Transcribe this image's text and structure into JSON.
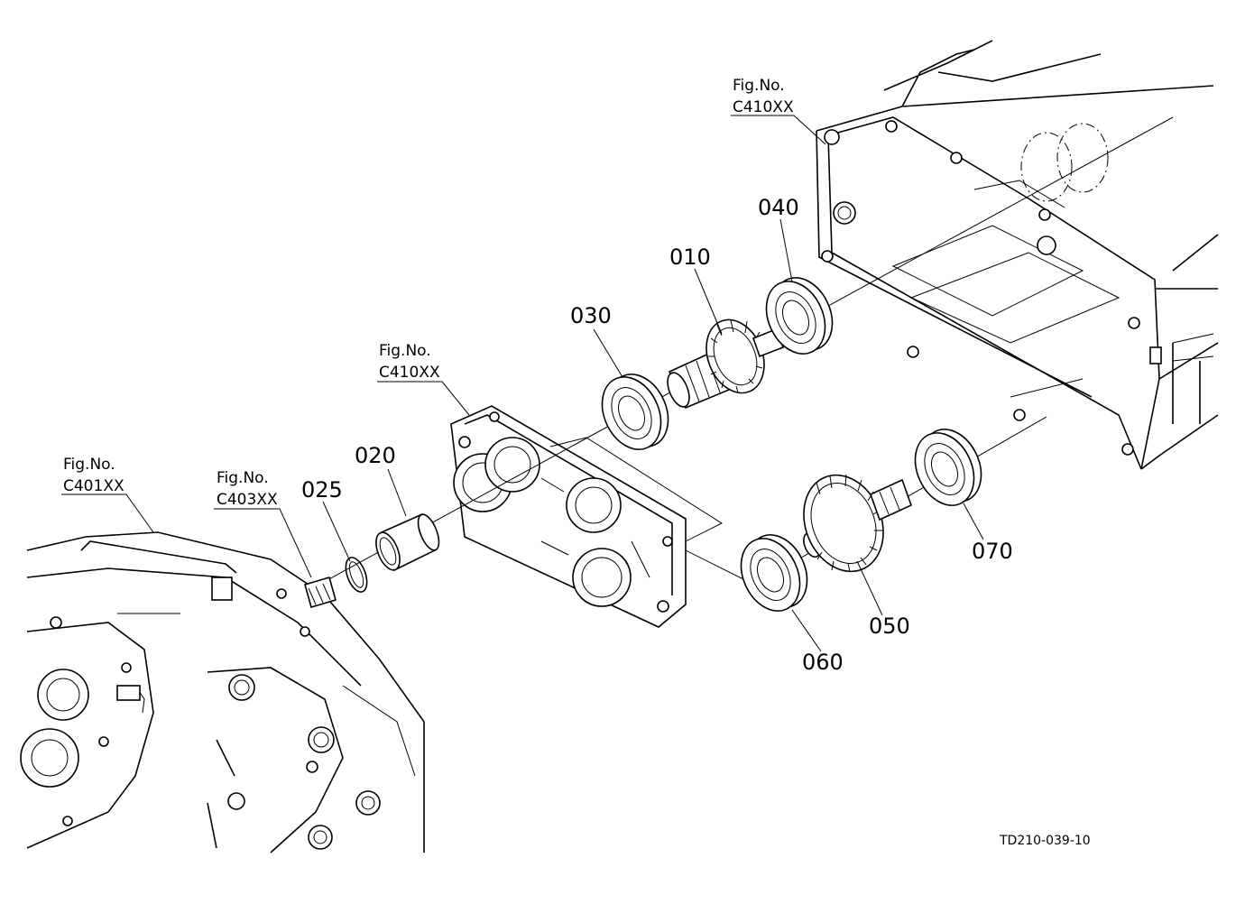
{
  "figure_refs": [
    {
      "id": "ref-top-right",
      "line1": "Fig.No.",
      "line2": "C410XX"
    },
    {
      "id": "ref-middle",
      "line1": "Fig.No.",
      "line2": "C410XX"
    },
    {
      "id": "ref-left",
      "line1": "Fig.No.",
      "line2": "C401XX"
    },
    {
      "id": "ref-left-2",
      "line1": "Fig.No.",
      "line2": "C403XX"
    }
  ],
  "parts": [
    {
      "number": "010",
      "name": "gear-shaft"
    },
    {
      "number": "020",
      "name": "bushing"
    },
    {
      "number": "025",
      "name": "snap-ring"
    },
    {
      "number": "030",
      "name": "ball-bearing"
    },
    {
      "number": "040",
      "name": "ball-bearing"
    },
    {
      "number": "050",
      "name": "gear-shaft"
    },
    {
      "number": "060",
      "name": "ball-bearing"
    },
    {
      "number": "070",
      "name": "ball-bearing"
    }
  ],
  "drawing_code": "TD210-039-10"
}
